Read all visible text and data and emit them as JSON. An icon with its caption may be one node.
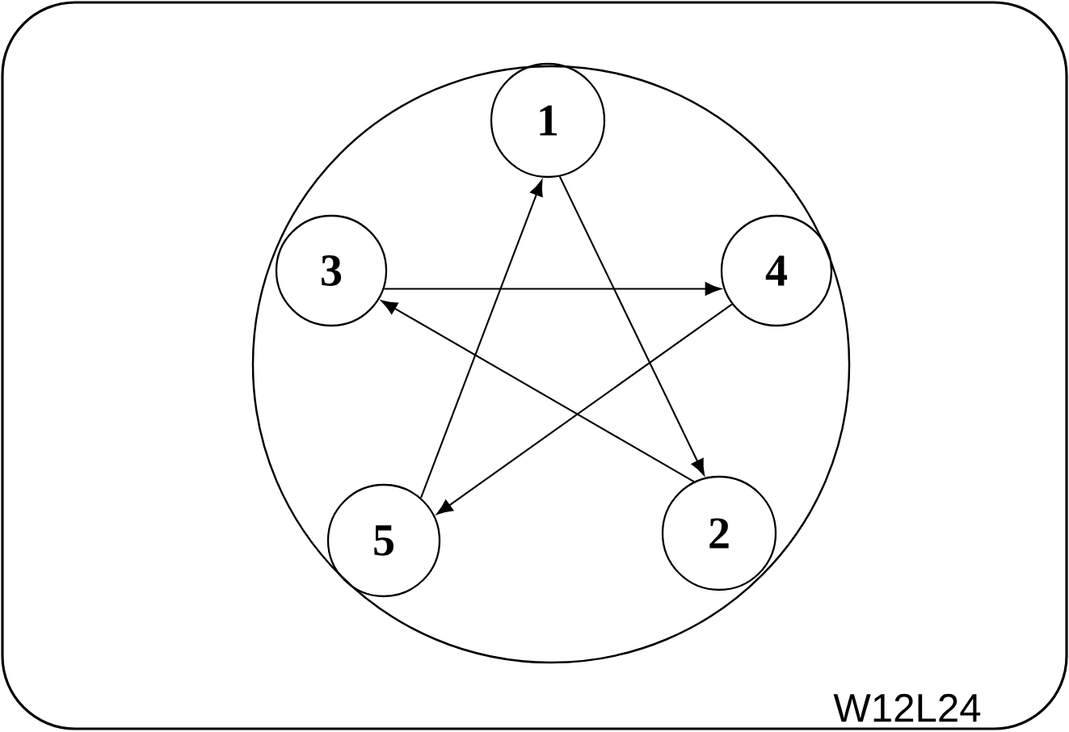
{
  "diagram": {
    "nodes": [
      {
        "text": [],
        "shape": "circle"
      },
      {
        "text": [
          "1"
        ],
        "in": 0
      },
      {
        "text": [
          "3"
        ],
        "in": 0
      },
      {
        "text": [
          "4"
        ],
        "in": 0
      },
      {
        "text": [
          "5"
        ],
        "in": 0
      },
      {
        "text": [
          "2"
        ],
        "in": 0
      }
    ],
    "edges": [
      {
        "from": 1,
        "to": 5,
        "arrow": "to"
      },
      {
        "from": 2,
        "to": 3,
        "arrow": "to"
      },
      {
        "from": 5,
        "to": 2,
        "arrow": "to"
      },
      {
        "from": 3,
        "to": 4,
        "arrow": "to"
      },
      {
        "from": 4,
        "to": 1,
        "arrow": "to"
      }
    ],
    "labels": [
      "W12L24"
    ]
  }
}
